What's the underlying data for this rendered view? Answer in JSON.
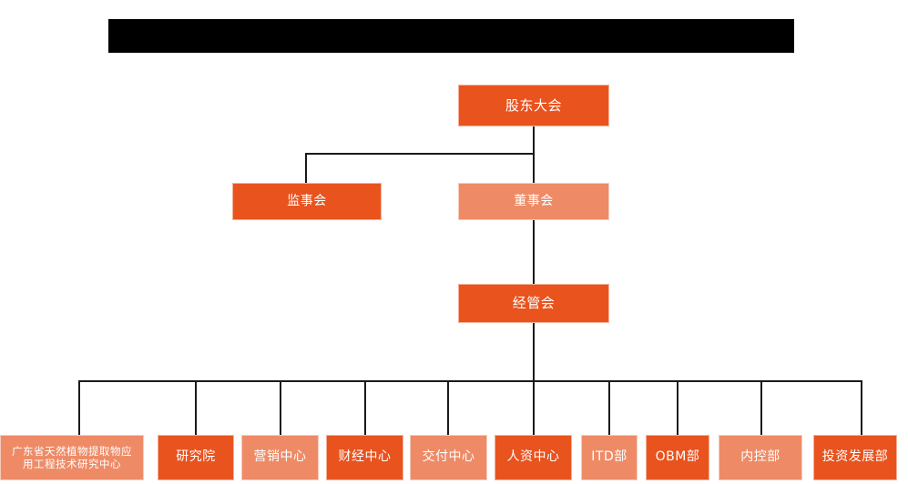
{
  "page": {
    "title_bar": {
      "name": "redacted-title-bar",
      "text": ""
    },
    "background_color": "#ffffff",
    "colors": {
      "node_dark": "#E8531E",
      "node_light": "#EE8B66",
      "connector": "#1a1a1a",
      "node_text": "#ffffff",
      "redaction": "#000000"
    }
  },
  "org_chart": {
    "levels": [
      {
        "level": 1,
        "nodes": [
          {
            "id": "shareholders-meeting",
            "label": "股东大会",
            "style": "dark"
          }
        ]
      },
      {
        "level": 2,
        "nodes": [
          {
            "id": "board-of-supervisors",
            "label": "监事会",
            "style": "dark"
          },
          {
            "id": "board-of-directors",
            "label": "董事会",
            "style": "light"
          }
        ]
      },
      {
        "level": 3,
        "nodes": [
          {
            "id": "management-committee",
            "label": "经管会",
            "style": "dark"
          }
        ]
      },
      {
        "level": 4,
        "nodes": [
          {
            "id": "research-center-guangdong",
            "label": "广东省天然植物提取物应\n用工程技术研究中心",
            "style": "light"
          },
          {
            "id": "research-institute",
            "label": "研究院",
            "style": "dark"
          },
          {
            "id": "marketing-center",
            "label": "营销中心",
            "style": "light"
          },
          {
            "id": "finance-center",
            "label": "财经中心",
            "style": "dark"
          },
          {
            "id": "delivery-center",
            "label": "交付中心",
            "style": "light"
          },
          {
            "id": "hr-center",
            "label": "人资中心",
            "style": "dark"
          },
          {
            "id": "itd-department",
            "label": "ITD部",
            "style": "light"
          },
          {
            "id": "obm-department",
            "label": "OBM部",
            "style": "dark"
          },
          {
            "id": "internal-control-department",
            "label": "内控部",
            "style": "light"
          },
          {
            "id": "investment-development-department",
            "label": "投资发展部",
            "style": "dark"
          }
        ]
      }
    ]
  }
}
